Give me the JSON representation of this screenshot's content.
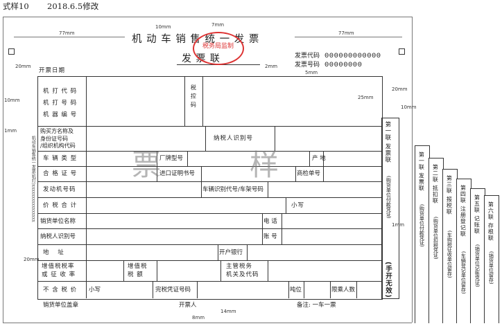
{
  "header": {
    "style_label": "式样10",
    "revision_date": "2018.6.5修改"
  },
  "title": {
    "main": "机 动 车 销 售 统 一 发 票",
    "copy_name": "发 票 联",
    "seal_text": "税务局监制",
    "code_label": "发票代码",
    "code_value": "000000000000",
    "number_label": "发票号码",
    "number_value": "00000000"
  },
  "dimensions": {
    "d77_left": "77mm",
    "d77_right": "77mm",
    "d10_top": "10mm",
    "d7": "7mm",
    "d20_top": "20mm",
    "d2": "2mm",
    "d5": "5mm",
    "d20_right": "20mm",
    "d10_left": "10mm",
    "d10_right": "10mm",
    "d25": "25mm",
    "d1_left": "1mm",
    "d1_right": "1mm",
    "d20_bottom": "20mm",
    "d8": "8mm",
    "d14": "14mm"
  },
  "form": {
    "issue_date": "开票日期",
    "machine_code": "机 打 代 码",
    "machine_number": "机 打 号 码",
    "machine_serial": "机 器 编 号",
    "tax_control": "税 控 码",
    "buyer_name": "购买方名称及身份证号码/组织机构代码",
    "buyer_name_l1": "购买方名称及",
    "buyer_name_l2": "身份证号码",
    "buyer_name_l3": "/组织机构代码",
    "taxpayer_id": "纳税人识别号",
    "vehicle_type": "车 辆 类 型",
    "brand_model": "厂牌型号",
    "origin": "产 地",
    "cert_number": "合 格 证 号",
    "import_cert": "进口证明书号",
    "inspection_no": "商检单号",
    "engine_no": "发动机号码",
    "vin": "车辆识别代号/车架号码",
    "total_price": "价 税 合 计",
    "small_amount": "小写",
    "seller_name": "销货单位名称",
    "phone": "电 话",
    "seller_taxpayer_id": "纳税人识别号",
    "account_no": "账 号",
    "address": "地 址",
    "bank": "开户银行",
    "vat_rate_l1": "增值税税率",
    "vat_rate_l2": "或 征 收 率",
    "vat_amount_l1": "增值税",
    "vat_amount_l2": "税 额",
    "tax_authority_l1": "主管税务",
    "tax_authority_l2": "机关及代码",
    "pretax_price": "不 含 税 价",
    "small_amount_2": "小写",
    "tax_receipt_no": "完税凭证号码",
    "tonnage": "吨位",
    "passenger_limit": "限乘人数",
    "watermark_1": "票",
    "watermark_2": "样"
  },
  "footer": {
    "seller_seal": "销货单位盖章",
    "issuer": "开票人",
    "remark": "备注: 一车一票"
  },
  "side": {
    "copy_label_1": "第一联 发票联",
    "copy_note_1": "(购货单位付款凭证)",
    "handwritten_invalid": "(手开无效)",
    "left_vertical": "机动车销售统一发票(机打)xxxxxxxxxxxxxxxx"
  },
  "copies": [
    {
      "label": "第一联 发票联",
      "note": "(购货单位付款凭证)"
    },
    {
      "label": "第二联 抵扣联",
      "note": "(购货单位扣税凭证)"
    },
    {
      "label": "第三联 报税联",
      "note": "(车购税征收单位留存)"
    },
    {
      "label": "第四联 注册登记联",
      "note": "(车辆登记单位留存)"
    },
    {
      "label": "第五联 记账联",
      "note": "(销货单位记账凭证)"
    },
    {
      "label": "第六联 存根联",
      "note": "(销货单位留存)"
    }
  ]
}
